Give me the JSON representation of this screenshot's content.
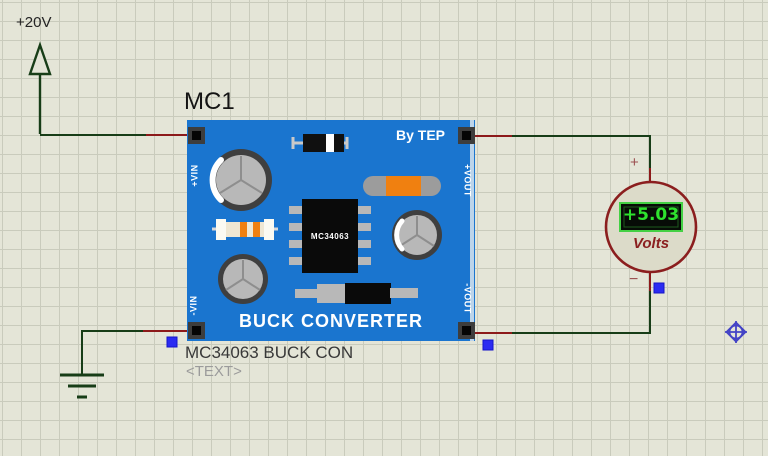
{
  "schematic": {
    "power_net_label": "+20V",
    "component_ref": "MC1",
    "component_value": "MC34063 BUCK CON",
    "component_text_placeholder": "<TEXT>",
    "module": {
      "brand": "By TEP",
      "caption": "BUCK CONVERTER",
      "ic_label": "MC34063",
      "pin_labels": {
        "vin_pos": "+VIN",
        "vin_neg": "-VIN",
        "vout_pos": "+VOUT",
        "vout_neg": "-VOUT"
      }
    },
    "voltmeter": {
      "reading": "+5.03",
      "unit_label": "Volts",
      "plus_terminal": "+",
      "minus_terminal": "−"
    }
  },
  "colors": {
    "canvas_bg": "#e4e5d7",
    "grid_line": "#c9cbbc",
    "wire_green": "#173d17",
    "pin_stub_red": "#8c1a1a",
    "board_blue": "#1a75cf",
    "lcd_green": "#2ee22e",
    "meter_maroon": "#8b1e1e",
    "handle_blue": "#2b2bf2",
    "component_orange": "#f08010"
  }
}
